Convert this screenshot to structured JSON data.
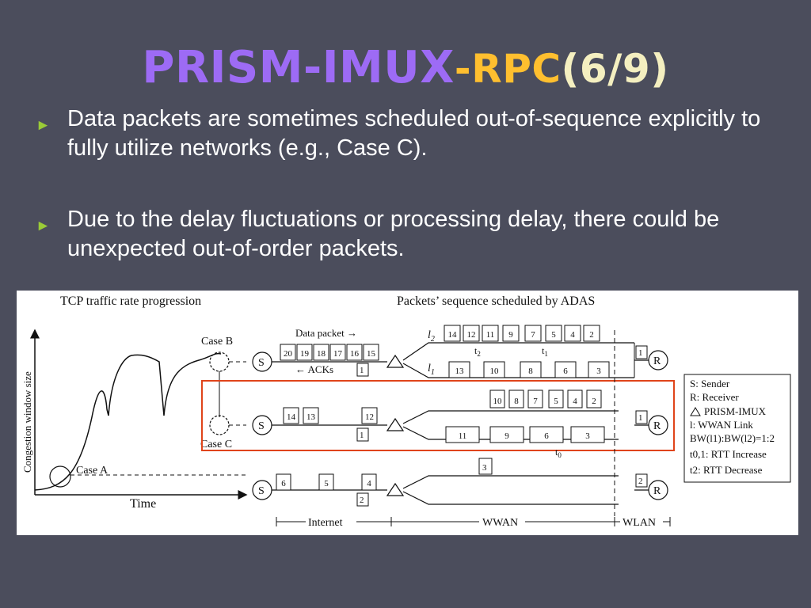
{
  "slide": {
    "title_main": "PRISM-IMUX",
    "title_dash": "-",
    "title_rpc": "RPC",
    "title_page": "(6/9)",
    "bullets": [
      "Data packets are sometimes scheduled out-of-sequence explicitly to fully utilize networks (e.g., Case C).",
      "Due to the delay fluctuations or processing delay, there could be unexpected out-of-order packets."
    ],
    "bullet_marker": "►"
  },
  "figure": {
    "left_title": "TCP traffic rate progression",
    "right_title": "Packets’ sequence scheduled by ADAS",
    "y_axis_label": "Congestion window size",
    "x_axis_label": "Time",
    "case_a": "Case A",
    "case_b": "Case B",
    "case_c": "Case C",
    "data_packet_label": "Data packet →",
    "acks_label": "← ACKs",
    "sender": "S",
    "receiver": "R",
    "l2": "l",
    "l2_sub": "2",
    "l1": "l",
    "l1_sub": "1",
    "t2": "t",
    "t2_sub": "2",
    "t1": "t",
    "t1_sub": "1",
    "t0": "t",
    "t0_sub": "0",
    "caseB_sender_packets": [
      "20",
      "19",
      "18",
      "17",
      "16",
      "15"
    ],
    "caseB_ack": "1",
    "caseB_l2_packets": [
      "14",
      "12",
      "11",
      "9",
      "7",
      "5",
      "4",
      "2"
    ],
    "caseB_l1_packets": [
      "13",
      "10",
      "8",
      "6",
      "3"
    ],
    "caseB_recv": "1",
    "caseC_sender_packets": [
      "14",
      "13",
      "12"
    ],
    "caseC_ack": "1",
    "caseC_top_packets": [
      "10",
      "8",
      "7",
      "5",
      "4",
      "2"
    ],
    "caseC_bottom_packets": [
      "11",
      "9",
      "6",
      "3"
    ],
    "caseC_recv": "1",
    "caseA_sender_packets": [
      "6",
      "5",
      "4"
    ],
    "caseA_ack": "2",
    "caseA_wwan_packet": "3",
    "caseA_recv": "2",
    "segments": [
      "Internet",
      "WWAN",
      "WLAN"
    ],
    "legend": [
      "S: Sender",
      "R: Receiver",
      "PRISM-IMUX",
      "l: WWAN Link",
      "BW(l1):BW(l2)=1:2",
      "t0,1: RTT Increase",
      "t2: RTT Decrease"
    ]
  },
  "colors": {
    "background": "#4b4d5c",
    "title_main": "#9d6bf5",
    "title_rpc": "#ffbf2f",
    "title_page": "#f4efc0",
    "bullet_marker": "#9acb37",
    "highlight_box": "#e0441a"
  }
}
